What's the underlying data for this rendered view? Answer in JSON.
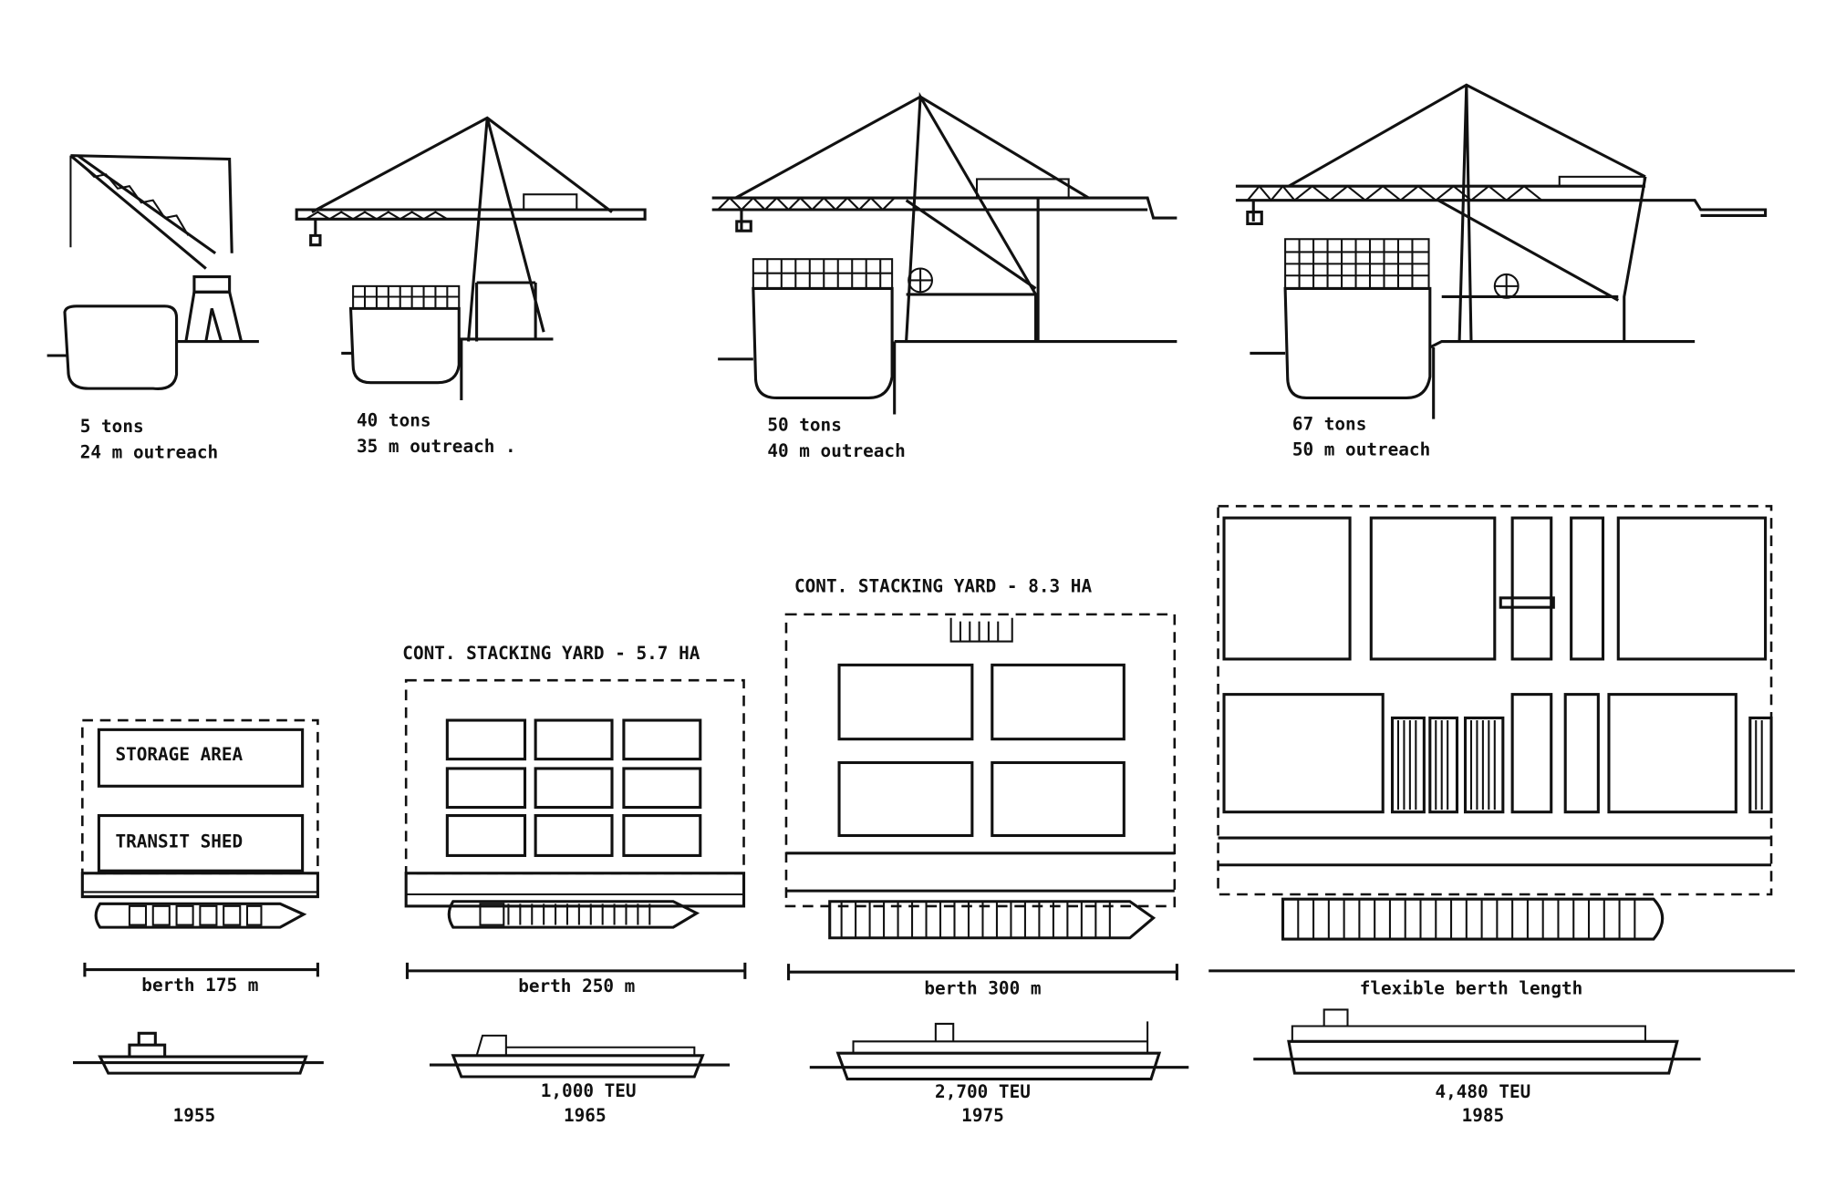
{
  "title": "Evolution of container terminal cranes and layouts",
  "cranes": [
    {
      "capacity": "5 tons",
      "outreach": "24 m outreach"
    },
    {
      "capacity": "40 tons",
      "outreach": "35 m outreach ."
    },
    {
      "capacity": "50 tons",
      "outreach": "40 m outreach"
    },
    {
      "capacity": "67 tons",
      "outreach": "50 m outreach"
    }
  ],
  "layouts": [
    {
      "storage_label": "STORAGE AREA",
      "shed_label": "TRANSIT SHED",
      "berth": "berth 175 m",
      "year": "1955"
    },
    {
      "yard_title": "CONT. STACKING YARD - 5.7 HA",
      "berth": "berth 250 m",
      "teu": "1,000 TEU",
      "year": "1965"
    },
    {
      "yard_title": "CONT. STACKING YARD - 8.3 HA",
      "berth": "berth 300 m",
      "teu": "2,700 TEU",
      "year": "1975"
    },
    {
      "berth": "flexible berth length",
      "teu": "4,480 TEU",
      "year": "1985"
    }
  ]
}
